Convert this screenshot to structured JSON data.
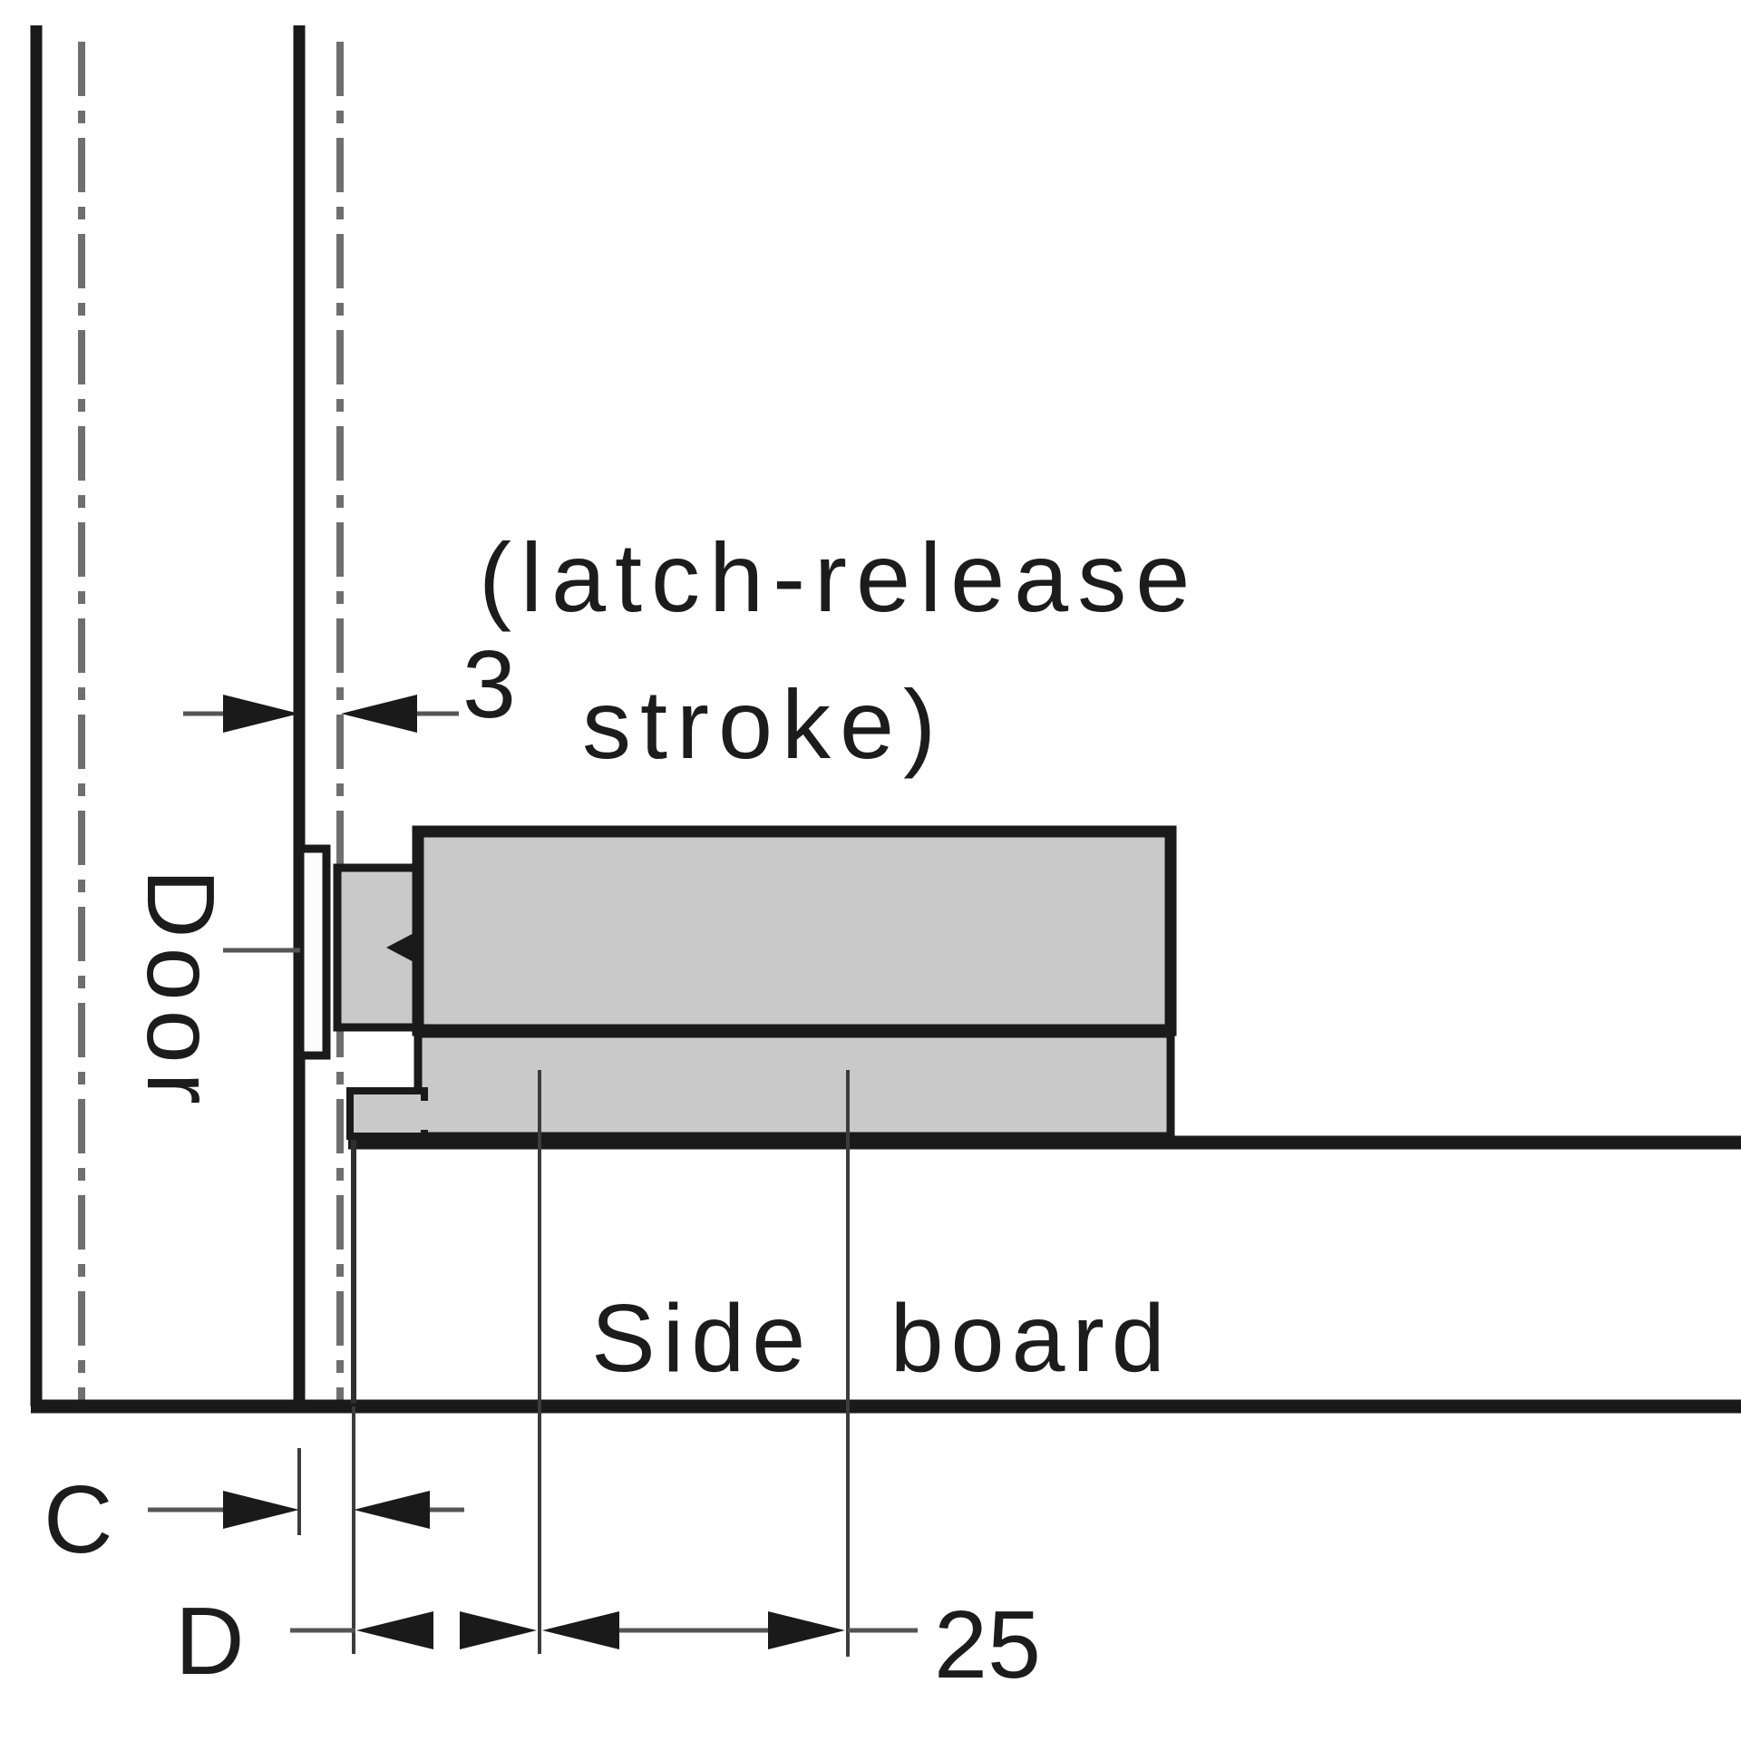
{
  "diagram": {
    "note": {
      "line1": "(latch-release",
      "line2": "stroke)"
    },
    "dimensions": {
      "stroke_value": "3",
      "gap_label": "C",
      "setback_label": "D",
      "screw_pitch_value": "25"
    },
    "labels": {
      "door": "Door",
      "side_board": "Side board"
    },
    "colors": {
      "ink": "#1a1a1a",
      "fill_gray": "#c9c9c9",
      "centerline_gray": "#6f6f6f",
      "dim_gray": "#555555",
      "background": "#ffffff"
    }
  }
}
